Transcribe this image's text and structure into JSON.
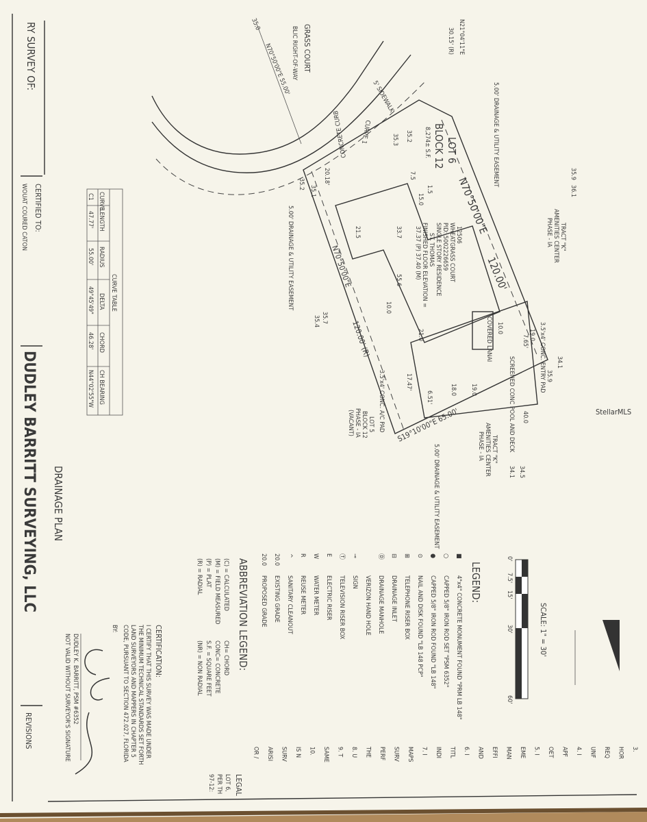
{
  "title_block": {
    "survey_of": "RY SURVEY OF:",
    "certified_to": "CERTIFIED TO:",
    "certified_to_name": "WOUAT COURED CATON",
    "company": "DUDLEY BARRITT SURVEYING, LLC",
    "revisions": "REVISIONS",
    "plan_title": "DRAINAGE PLAN"
  },
  "curve_table": {
    "title": "CURVE TABLE",
    "headers": [
      "CURVE",
      "LENGTH",
      "RADIUS",
      "DELTA",
      "CHORD",
      "CH BEARING"
    ],
    "rows": [
      [
        "C1",
        "47.77'",
        "55.00'",
        "49°45'49\"",
        "46.28'",
        "N44°02'55\"W"
      ]
    ]
  },
  "plan": {
    "street_name": "GRASS COURT",
    "street_row": "BLIC RIGHT-OF-WAY",
    "street_bearing": "N70°50'00\"E  55.00'",
    "street_elev": "35.0",
    "front_bearing": "N21°04'11\"E",
    "front_distance": "30.15' (R)",
    "curve_label": "CURVE 1",
    "sidewalk": "5' SIDEWALK",
    "concrete_curb": "CONCRETE CURB",
    "lot": "LOT 6",
    "block": "BLOCK 12",
    "area": "8,274± S.F.",
    "easement_top": "5.00' DRAINAGE & UTILITY EASEMENT",
    "easement_left": "5.00' DRAINAGE & UTILITY EASEMENT",
    "easement_right": "5.00' DRAINAGE & UTILITY EASEMENT",
    "tract_top": [
      "TRACT \"K\"",
      "AMENITIES CENTER",
      "PHASE - IA"
    ],
    "tract_right": [
      "TRACT \"K\"",
      "AMENITIES CENTER",
      "PHASE - IA"
    ],
    "north_bearing": "N70°50'00\"E",
    "north_distance": "120.00'",
    "south_bearing": "N70°50'00\"E",
    "south_distance": "120.00' (R)",
    "east_bearing": "S19°10'00\"E 65.00'",
    "setback_front": "20.18'",
    "setback_rear": "17.47'",
    "setback_side": "7.65'",
    "setback_side2": "6.51'",
    "house": [
      "12506",
      "WHEATGRASS COURT",
      "PID: 5002226659",
      "SINGLE STORY RESIDENCE",
      "ST. THOMAS",
      "FINISHED FLOOR ELEVATION =",
      "37.37 (P) 37.40 (M)"
    ],
    "covered_lanai": "COVERED LANAI",
    "pool": "SCREENED CONC POOL AND DECK",
    "entry_pad": "3.5'x4' CONC. ENTRY PAD",
    "ac_pad": "3.5'x4' CONC. A/C PAD",
    "lot5": [
      "LOT 5",
      "BLOCK 12",
      "PHASE - IA",
      "(VACANT)"
    ],
    "dims": [
      "33.7",
      "55.6",
      "10.0",
      "21.5",
      "19.0",
      "10.0",
      "21.0",
      "40.0",
      "18.0",
      "19.0",
      "1.5",
      "15.0",
      "7.5"
    ],
    "elevations": [
      "35.3",
      "35.2",
      "35.1",
      "35.2",
      "36.1",
      "35.9",
      "34.1",
      "35.9",
      "34.1",
      "34.5",
      "35.7",
      "35.4"
    ]
  },
  "scale": {
    "label": "SCALE: 1\" = 30'",
    "ticks": [
      "0'",
      "7.5'",
      "15'",
      "30'",
      "60'"
    ]
  },
  "legend": {
    "title": "LEGEND:",
    "items": [
      {
        "symbol": "■",
        "text": "4\"x4\" CONCRETE MONUMENT FOUND \"PRM LB 148\""
      },
      {
        "symbol": "○",
        "text": "CAPPED 5/8\" IRON ROD SET \"PSM 6352\""
      },
      {
        "symbol": "●",
        "text": "CAPPED 5/8\" IRON ROD FOUND \"LB 148\""
      },
      {
        "symbol": "⊙",
        "text": "NAIL AND DISK FOUND \"LB 148 PCP\""
      },
      {
        "symbol": "⊞",
        "text": "TELEPHONE RISER BOX"
      },
      {
        "symbol": "⊟",
        "text": "DRAINAGE INLET"
      },
      {
        "symbol": "Ⓓ",
        "text": "DRAINAGE MANHOLE"
      },
      {
        "symbol": "",
        "text": "VERIZON HAND HOLE"
      },
      {
        "symbol": "⊸",
        "text": "SIGN"
      },
      {
        "symbol": "Ⓣ",
        "text": "TELEVISION RISER BOX"
      },
      {
        "symbol": "E",
        "text": "ELECTRIC RISER"
      },
      {
        "symbol": "W",
        "text": "WATER METER"
      },
      {
        "symbol": "R",
        "text": "REUSE METER"
      },
      {
        "symbol": "^",
        "text": "SANITARY CLEANOUT"
      },
      {
        "symbol": "20.0",
        "text": "EXISTING GRADE"
      },
      {
        "symbol": "20.0",
        "text": "PROPOSED GRADE"
      }
    ]
  },
  "abbreviations": {
    "title": "ABBREVIATION LEGEND:",
    "rows": [
      [
        "(C) = CALCULATED",
        "CH= CHORD"
      ],
      [
        "(M) = FIELD MEASURED",
        "CONC= CONCRETE"
      ],
      [
        "(P) = PLAT",
        "S.F. = SQUARE FEET"
      ],
      [
        "(R) = RADIAL",
        "(NR) = NON RADIAL"
      ]
    ]
  },
  "certification": {
    "title": "CERTIFICATION:",
    "lines": [
      "I CERTIFY THAT THIS SURVEY WAS MADE UNDER",
      "THE MINIMUM TECHNICAL STANDARDS SET FORTH",
      "LAND SURVEYORS AND MAPPERS IN CHAPTER 5",
      "CODE, PURSUANT TO SECTION 472.027, FLORIDA"
    ],
    "by": "BY:",
    "signer": "DUDLEY K. BARRITT, PSM #6352",
    "note": "NOT VALID WITHOUT SURVEYOR'S SIGNATURE"
  },
  "notes": {
    "fragments": [
      "3.",
      "HOR",
      "REQ",
      "UNF",
      "4. I",
      "APF",
      "OET",
      "5. I",
      "EME",
      "MAN",
      "EFFI",
      "AND",
      "6. I",
      "TITL",
      "INDI",
      "7. I",
      "MAPS",
      "SURV",
      "PERF",
      "THE",
      "8. U",
      "9. T",
      "SAME",
      "10.",
      "IS N",
      "SURV",
      "ARISI",
      "OR /"
    ],
    "legal_title": "LEGAL",
    "legal_lines": [
      "LOT 6,",
      "PER TH",
      "97-12:"
    ]
  },
  "watermark": "StellarMLS"
}
